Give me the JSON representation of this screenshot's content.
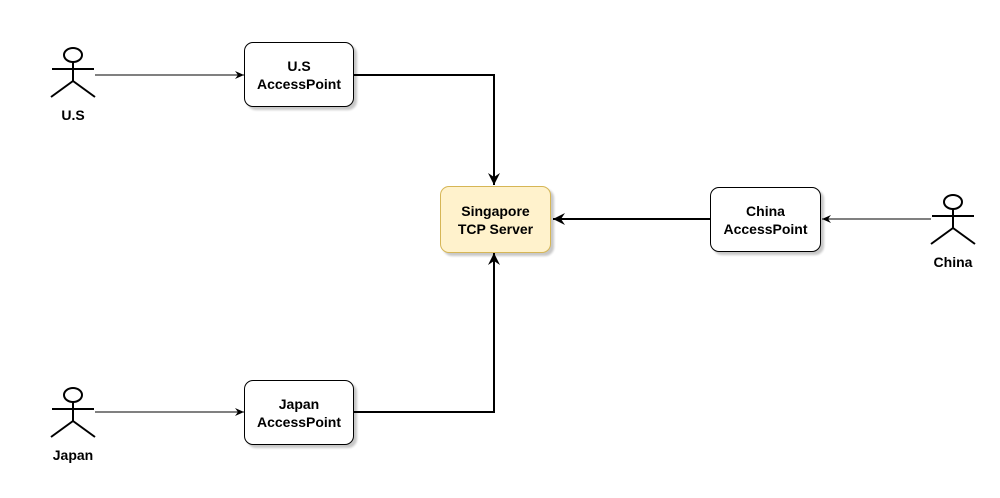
{
  "actors": {
    "us": "U.S",
    "japan": "Japan",
    "china": "China"
  },
  "nodes": {
    "us_ap": {
      "line1": "U.S",
      "line2": "AccessPoint"
    },
    "japan_ap": {
      "line1": "Japan",
      "line2": "AccessPoint"
    },
    "china_ap": {
      "line1": "China",
      "line2": "AccessPoint"
    },
    "server": {
      "line1": "Singapore",
      "line2": "TCP Server"
    }
  },
  "colors": {
    "server_fill": "#fff2cc",
    "server_stroke": "#d6b656",
    "stroke": "#000000"
  }
}
